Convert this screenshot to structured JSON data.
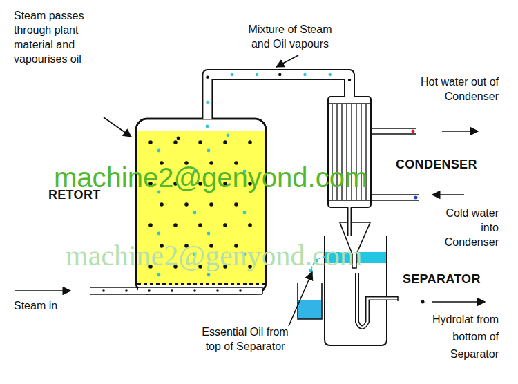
{
  "diagram": {
    "nodes": [
      {
        "text": [
          "RETORT"
        ]
      },
      {
        "text": [
          "CONDENSER"
        ]
      },
      {
        "text": [
          "SEPARATOR"
        ]
      }
    ],
    "edges": [
      {
        "from": 0,
        "to": 1,
        "arrow": "none",
        "label": "Mixture of Steam and Oil vapours"
      },
      {
        "from": 1,
        "to": 2,
        "arrow": "none"
      }
    ],
    "labels": [
      "Steam passes through plant material and vapourises oil",
      "Hot water out of Condenser",
      "Cold water into Condenser",
      "Steam in",
      "Essential Oil from top of Separator",
      "Hydrolat from bottom of Separator",
      "machine2@genyond.com",
      "machine2@genyond.com"
    ]
  }
}
